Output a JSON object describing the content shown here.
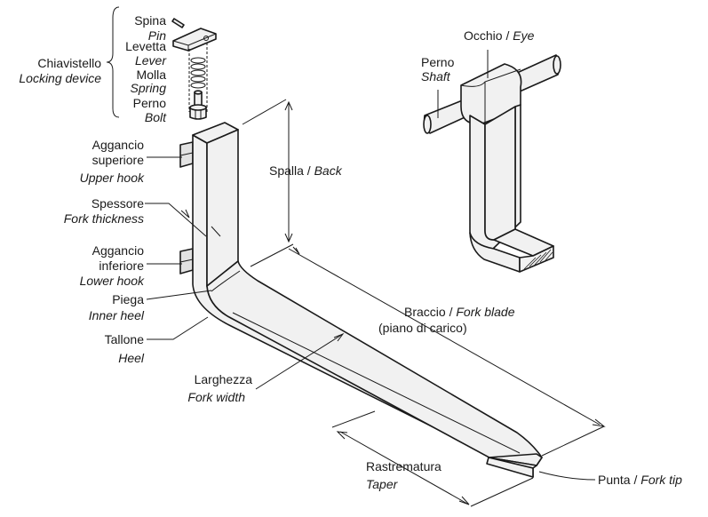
{
  "locking_device": {
    "label_it": "Chiavistello",
    "label_en": "Locking device",
    "parts": [
      {
        "it": "Spina",
        "en": "Pin"
      },
      {
        "it": "Levetta",
        "en": "Lever"
      },
      {
        "it": "Molla",
        "en": "Spring"
      },
      {
        "it": "Perno",
        "en": "Bolt"
      }
    ]
  },
  "labels": {
    "upper_hook": {
      "it1": "Aggancio",
      "it2": "superiore",
      "en": "Upper hook"
    },
    "thickness": {
      "it": "Spessore",
      "en": "Fork thickness"
    },
    "lower_hook": {
      "it1": "Aggancio",
      "it2": "inferiore",
      "en": "Lower hook"
    },
    "inner_heel": {
      "it": "Piega",
      "en": "Inner heel"
    },
    "heel": {
      "it": "Tallone",
      "en": "Heel"
    },
    "width": {
      "it": "Larghezza",
      "en": "Fork width"
    },
    "taper": {
      "it": "Rastrematura",
      "en": "Taper"
    },
    "tip": {
      "it": "Punta",
      "sep": " / ",
      "en": "Fork tip"
    },
    "blade": {
      "it": "Braccio",
      "sep": " / ",
      "en": "Fork blade",
      "note": "(piano di carico)"
    },
    "back": {
      "it": "Spalla",
      "sep": " / ",
      "en": "Back"
    },
    "eye": {
      "it": "Occhio",
      "sep": " / ",
      "en": "Eye"
    },
    "shaft": {
      "it": "Perno",
      "en": "Shaft"
    }
  }
}
